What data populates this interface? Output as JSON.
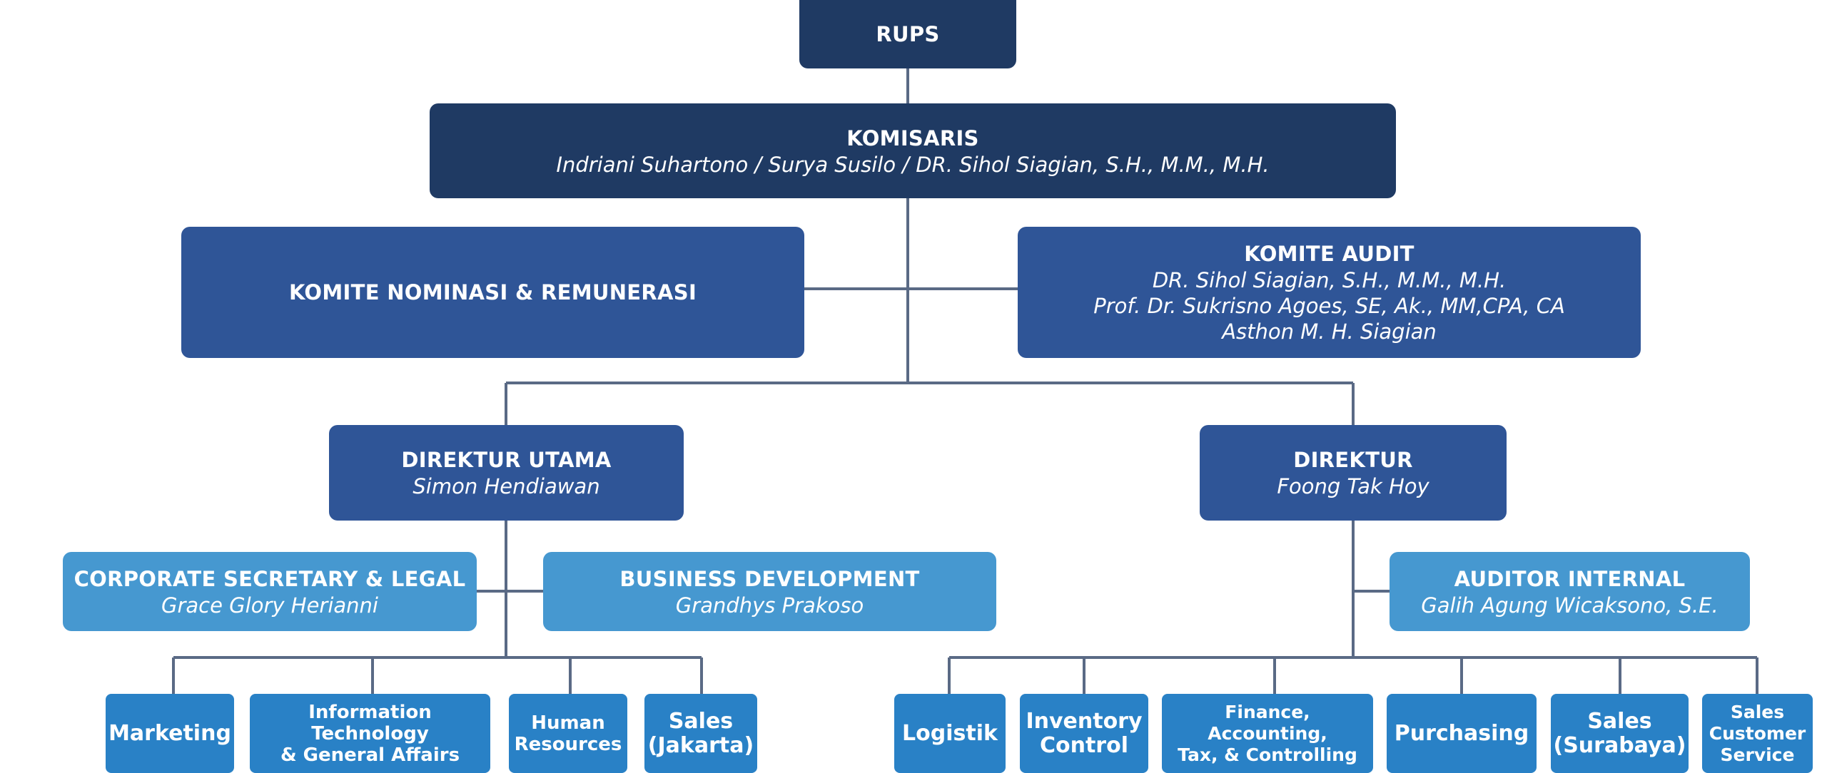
{
  "colors": {
    "line": "#5a6a85",
    "dark": "#1f3a63",
    "mid": "#2f5597",
    "light": "#4698d0",
    "unit": "#2981c6"
  },
  "rups": {
    "title": "RUPS"
  },
  "komisaris": {
    "title": "KOMISARIS",
    "names": "Indriani Suhartono / Surya Susilo / DR. Sihol Siagian, S.H., M.M., M.H."
  },
  "komite_nominasi": {
    "title": "KOMITE NOMINASI & REMUNERASI"
  },
  "komite_audit": {
    "title": "KOMITE AUDIT",
    "member_1": "DR. Sihol Siagian, S.H., M.M., M.H.",
    "member_2": "Prof. Dr. Sukrisno Agoes, SE, Ak., MM,CPA, CA",
    "member_3": "Asthon M. H. Siagian"
  },
  "direktur_utama": {
    "title": "DIREKTUR UTAMA",
    "name": "Simon Hendiawan"
  },
  "direktur": {
    "title": "DIREKTUR",
    "name": "Foong Tak Hoy"
  },
  "corporate_secretary": {
    "title": "CORPORATE SECRETARY & LEGAL",
    "name": "Grace Glory Herianni"
  },
  "business_development": {
    "title": "BUSINESS DEVELOPMENT",
    "name": "Grandhys Prakoso"
  },
  "auditor_internal": {
    "title": "AUDITOR INTERNAL",
    "name": "Galih Agung Wicaksono, S.E."
  },
  "units_left": {
    "marketing": {
      "line_1": "Marketing"
    },
    "it_ga": {
      "line_1": "Information Technology",
      "line_2": "& General Affairs"
    },
    "hr": {
      "line_1": "Human",
      "line_2": "Resources"
    },
    "sales_jakarta": {
      "line_1": "Sales",
      "line_2": "(Jakarta)"
    }
  },
  "units_right": {
    "logistik": {
      "line_1": "Logistik"
    },
    "inventory": {
      "line_1": "Inventory",
      "line_2": "Control"
    },
    "finance": {
      "line_1": "Finance,",
      "line_2": "Accounting,",
      "line_3": "Tax, & Controlling"
    },
    "purchasing": {
      "line_1": "Purchasing"
    },
    "sales_surabaya": {
      "line_1": "Sales",
      "line_2": "(Surabaya)"
    },
    "sales_cs": {
      "line_1": "Sales",
      "line_2": "Customer",
      "line_3": "Service"
    }
  }
}
